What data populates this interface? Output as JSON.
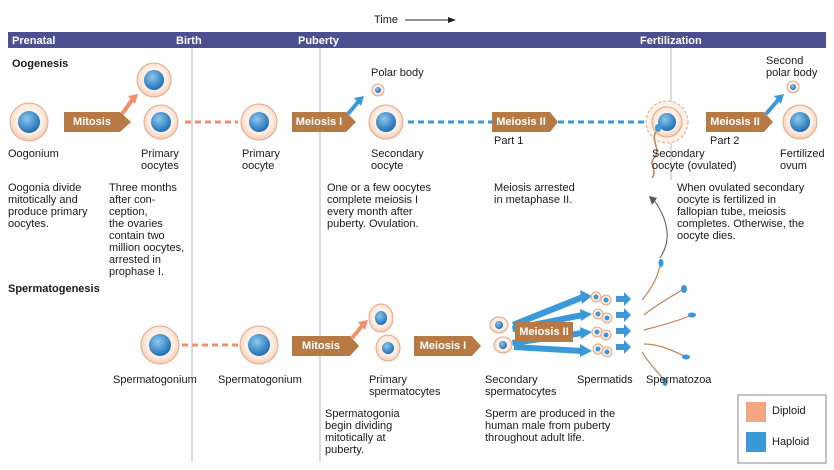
{
  "time_label": "Time",
  "header": {
    "prenatal": "Prenatal",
    "birth": "Birth",
    "puberty": "Puberty",
    "fertilization": "Fertilization"
  },
  "oogenesis": {
    "title": "Oogenesis",
    "polar_body": "Polar body",
    "second_polar_body": "Second\npolar body",
    "mitosis": "Mitosis",
    "meiosis_1": "Meiosis I",
    "meiosis_2a": "Meiosis II",
    "meiosis_2b": "Meiosis II",
    "part_1": "Part 1",
    "part_2": "Part 2",
    "oogonium": "Oogonium",
    "primary_oocytes": "Primary\noocytes",
    "primary_oocyte": "Primary\noocyte",
    "secondary_oocyte": "Secondary\noocyte",
    "secondary_oocyte_ovulated": "Secondary\noocyte (ovulated)",
    "fertilized_ovum": "Fertilized\novum",
    "desc_oogonia": "Oogonia divide\nmitotically and\nproduce primary\noocytes.",
    "desc_three_months": "Three months\nafter con-\nception,\nthe ovaries\ncontain two\nmillion oocytes,\narrested in\nprophase I.",
    "desc_one_or_few": "One or a few oocytes\ncomplete meiosis I\nevery month after\npuberty. Ovulation.",
    "desc_arrested": "Meiosis arrested\nin metaphase II.",
    "desc_ovulated": "When ovulated secondary\noocyte is fertilized in\nfallopian tube, meiosis\ncompletes. Otherwise, the\noocyte dies."
  },
  "spermatogenesis": {
    "title": "Spermatogenesis",
    "mitosis": "Mitosis",
    "meiosis_1": "Meiosis I",
    "meiosis_2": "Meiosis II",
    "spermatogonium_1": "Spermatogonium",
    "spermatogonium_2": "Spermatogonium",
    "primary_spermatocytes": "Primary\nspermatocytes",
    "secondary_spermatocytes": "Secondary\nspermatocytes",
    "spermatids": "Spermatids",
    "spermatozoa": "Spermatozoa",
    "desc_begin": "Spermatogonia\nbegin dividing\nmitotically at\npuberty.",
    "desc_produced": "Sperm are produced in the\nhuman male from puberty\nthroughout adult life."
  },
  "legend": {
    "diploid": "Diploid",
    "haploid": "Haploid"
  },
  "colors": {
    "header_bg": "#4b4f8f",
    "process_box": "#b87a45",
    "diploid": "#f4a582",
    "haploid": "#3a9ad9",
    "cell_fill": "#fce4d6",
    "nucleus": "#3f8fd2",
    "dashed_diploid": "#f08f6a",
    "dashed_haploid": "#3a9ad9",
    "divider": "#b8b8b8"
  }
}
